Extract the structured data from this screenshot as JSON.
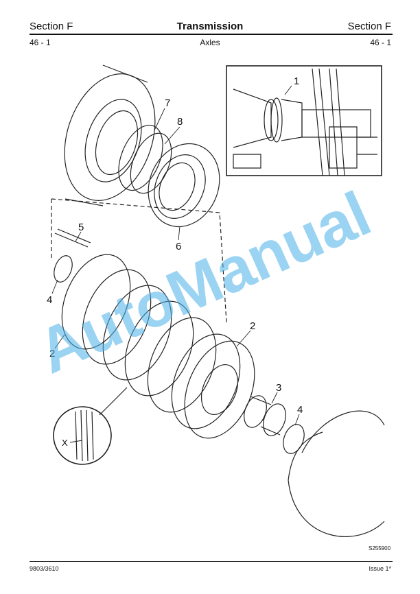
{
  "header": {
    "section_left": "Section F",
    "title": "Transmission",
    "section_right": "Section F"
  },
  "subheader": {
    "page_left": "46 - 1",
    "subtitle": "Axles",
    "page_right": "46 - 1"
  },
  "figure": {
    "callouts": [
      "1",
      "7",
      "8",
      "5",
      "6",
      "4",
      "2",
      "2",
      "3",
      "4",
      "X"
    ],
    "reference": "S255900"
  },
  "watermark": "AutoManual",
  "footer": {
    "doc_number": "9803/3610",
    "issue": "Issue 1*"
  }
}
